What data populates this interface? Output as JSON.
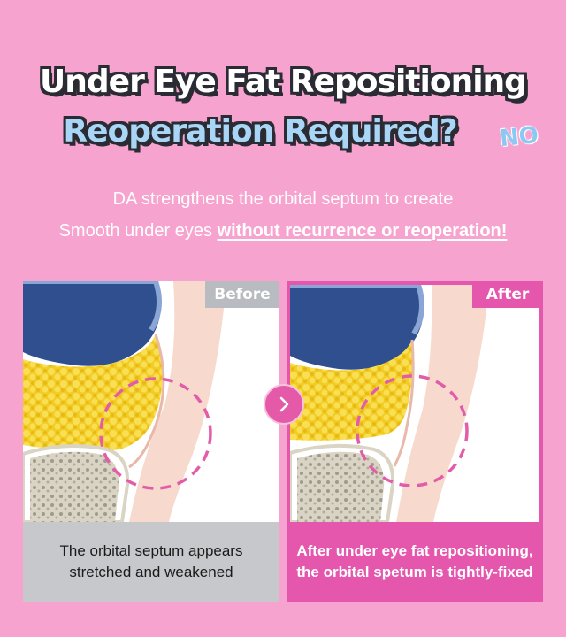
{
  "headline": {
    "line1": "Under Eye Fat Repositioning",
    "line2": "Reoperation Required?",
    "badge": "NO"
  },
  "subtitle": {
    "line1": "DA strengthens the orbital septum to create",
    "line2_prefix": "Smooth under eyes ",
    "line2_emphasis": "without recurrence or reoperation!"
  },
  "before": {
    "tag": "Before",
    "caption_line1": "The orbital septum appears",
    "caption_line2": "stretched and weakened"
  },
  "after": {
    "tag": "After",
    "caption_line1": "After under eye fat repositioning,",
    "caption_line2": "the orbital spetum is tightly-fixed"
  },
  "icons": {
    "next": "chevron-right-icon"
  },
  "colors": {
    "background": "#f7a3cf",
    "accent_pink": "#e457ad",
    "title_blue": "#a9d6f7",
    "fat_yellow": "#f5d22b",
    "eye_blue": "#2f4f8f",
    "skin": "#f5d6c8",
    "bone": "#e8e4d8",
    "gray": "#c6c8cb"
  }
}
